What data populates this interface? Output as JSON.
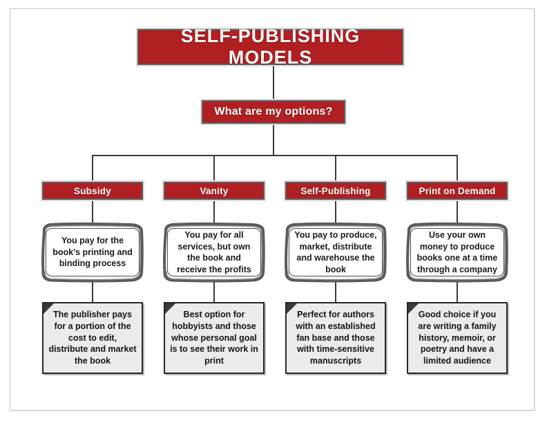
{
  "diagram": {
    "title": "SELF-PUBLISHING MODELS",
    "question": "What are my options?",
    "colors": {
      "accent_red": "#b01f22",
      "box_border": "#5c5c5c",
      "note_fill": "#ebebeb",
      "connector": "#3a3a3a"
    },
    "columns": [
      {
        "category": "Subsidy",
        "description": "You pay for the book’s printing and binding process",
        "note": "The publisher pays for a portion of the cost to edit, distribute and market the book"
      },
      {
        "category": "Vanity",
        "description": "You pay for all services, but own the book and receive the profits",
        "note": "Best option for hobbyists and those whose personal goal is to see their work in print"
      },
      {
        "category": "Self-Publishing",
        "description": "You pay to produce, market, distribute and warehouse the book",
        "note": "Perfect for authors with an established fan base and those with time-sensitive manuscripts"
      },
      {
        "category": "Print on Demand",
        "description": "Use your own money to produce books one at a time through a company",
        "note": "Good choice if you are writing a family history, memoir, or poetry and have a limited audience"
      }
    ]
  }
}
